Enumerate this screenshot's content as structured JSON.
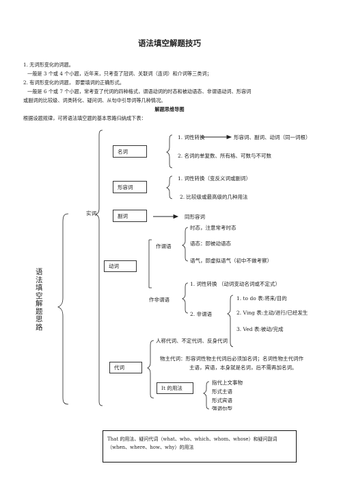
{
  "title": "语法填空解题技巧",
  "intro": {
    "p1_heading": "1. 无词形变化的词题。",
    "p1_body": "一般是 3 个或 4 个小题，近年来，只考查了冠词、关联词（连词）和介词等三类词；",
    "p2_heading": "2. 有词形变化的词题，  即要填词的正确形式。",
    "p2_body_1": "一般是 6 个或 7 个小题，常考查了代词的四种格式，谓语动词的时态和被动语态、非谓语动词、形容词",
    "p2_body_2": "或副词的比较级、词类转化、疑问词、从句中引导词等几种情况。",
    "subheading": "解题思维导图",
    "lead": "根据设题规律，可将语法填空题的基本思路归纳成下表："
  },
  "mindmap": {
    "root": "语法填空解题思路",
    "shici": "实词",
    "noun": {
      "label": "名词",
      "item1": "1.  词性转换",
      "item1_target": "形容词、副词、动词（同一词根）",
      "item2": "2.  名词的单复数、所有格、可数与不可数"
    },
    "adj": {
      "label": "形容词",
      "item1": "1.  词性转换（变反义词或副词）",
      "item2": "2.  比较级或最高级的几种用法"
    },
    "adv": {
      "label": "副词",
      "target": "同形容词"
    },
    "verb": {
      "label": "动词",
      "predicate": {
        "label": "作谓语",
        "item1": "时态，注意常考时态",
        "item2": "语态：即被动语态",
        "item3": "语气，即虚拟语气（初中不做考察）"
      },
      "nonpredicate": {
        "label": "作非谓语",
        "item1": "1.  词性转换  （动词变动名词或不定式）",
        "item2": "2.  非谓语",
        "sub1": "1. to do  表:将来/目的",
        "sub2": "2. Ving  表:主动/进行/已经发生",
        "sub3": "3. Ved    表:被动/完成"
      }
    },
    "pronoun": {
      "label": "代词",
      "item1": "人称代词、不定代词、反身代词",
      "item2_1": "物主代词：形容词性物主代词后必须加名词；名词性物主代词作",
      "item2_2": "主语，宾语，本身就是名词，后不需再加名词。",
      "it_label": "It 的用法",
      "it1": "指代上文事物",
      "it2": "形式主语",
      "it3": "形式宾语",
      "it4": "强调句型"
    }
  },
  "bottom_note": "That 的用法、疑问代词（what、who、which、whom、whose）和疑问副词（when、where、how、why）的用法"
}
